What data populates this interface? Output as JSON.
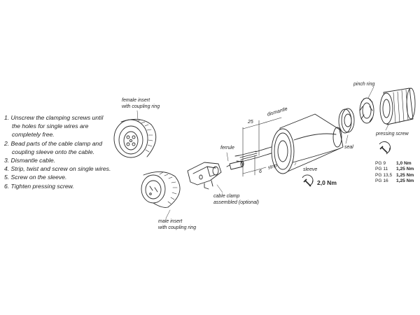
{
  "steps": [
    "1. Unscrew the clamping screws until",
    "the holes for single wires are",
    "completely free.",
    "2. Bead parts of the cable clamp and",
    "coupling sleeve onto the cable.",
    "3. Dismantle cable.",
    "4. Strip, twist and screw on single wires.",
    "5. Screw on the sleeve.",
    "6. Tighten pressing screw."
  ],
  "labels": {
    "female_insert": [
      "female insert",
      "with coupling ring"
    ],
    "male_insert": [
      "male insert",
      "with coupling ring"
    ],
    "ferrule": "ferrule",
    "cable_clamp": [
      "cable clamp",
      "assembled (optional)"
    ],
    "dismantle": "dismantle",
    "strip": "strip",
    "dim_dismantle": "25",
    "dim_strip": "6",
    "sleeve": "sleeve",
    "seal": "seal",
    "pinch_ring": "pinch ring",
    "pressing_screw": "pressing screw"
  },
  "sleeve_torque": "2,0 Nm",
  "pressing_screw_torques": [
    {
      "pg": "PG 9",
      "torque": "1,0 Nm"
    },
    {
      "pg": "PG 11",
      "torque": "1,25 Nm"
    },
    {
      "pg": "PG 13,5",
      "torque": "1,25 Nm"
    },
    {
      "pg": "PG 16",
      "torque": "1,25 Nm"
    }
  ],
  "icons": [
    "wrench-rotate-icon",
    "wrench-rotate-icon"
  ],
  "colors": {
    "line": "#2a2a2a",
    "text": "#222222",
    "background": "#ffffff"
  }
}
